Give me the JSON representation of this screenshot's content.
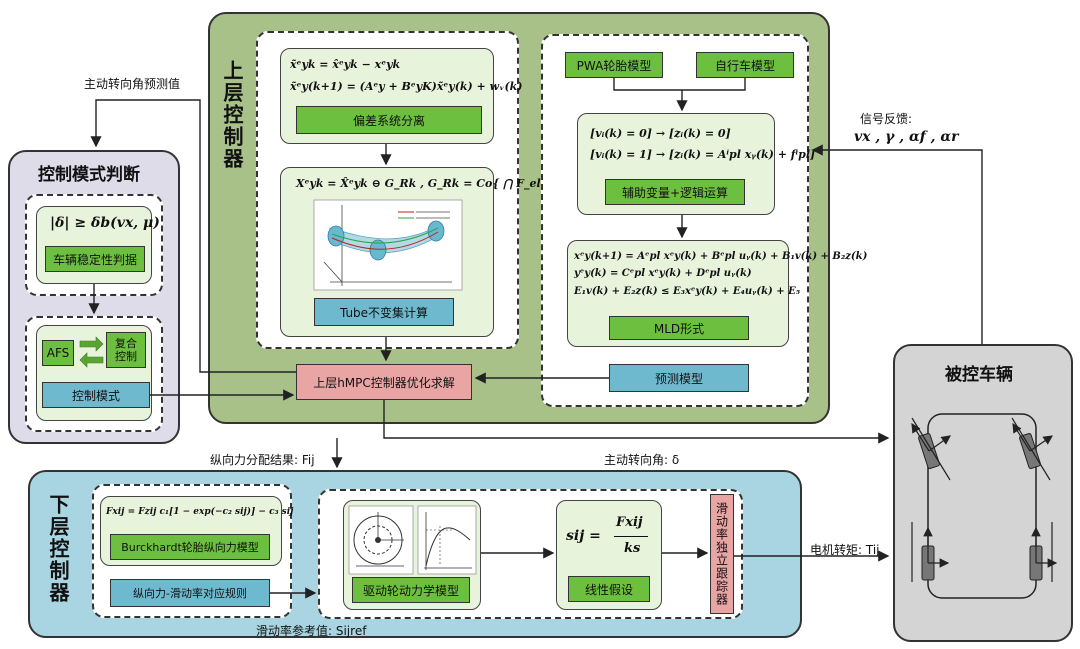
{
  "upper": {
    "title": "上层控制器",
    "left_eq1": "x̃ᵉyk = x̂ᵉyk − xᵉyk",
    "left_eq2": "x̃ᵉy(k+1) = (Aᵉy + BᵉyK)x̃ᵉy(k) + wᵥ(k)",
    "deviation_separation": "偏差系统分离",
    "tube_eq": "Xᵉyk = X̂ᵉyk ⊖ G_Rk , G_Rk = Co{ ⋂ F_el }",
    "tube_calc": "Tube不变集计算",
    "pwa_tire": "PWA轮胎模型",
    "bicycle_model": "自行车模型",
    "logic_eq1": "[vᵢ(k) = 0] → [zᵢ(k) = 0]",
    "logic_eq2": "[vᵢ(k) = 1] → [zᵢ(k) = Aⁱpl xᵧ(k) + fⁱpl]",
    "aux_logic": "辅助变量+逻辑运算",
    "mld_eq1": "xᵉy(k+1) = Aᵉpl xᵉy(k) + Bᵉpl uᵧ(k) + B₁v(k) + B₂z(k)",
    "mld_eq2": "yᵉy(k) = Cᵉpl xᵉy(k) + Dᵉpl uᵧ(k)",
    "mld_eq3": "E₁v(k) + E₂z(k) ≤ E₃xᵉy(k) + E₄uᵧ(k) + E₅",
    "mld_form": "MLD形式",
    "predict_model": "预测模型",
    "hmpc": "上层hMPC控制器优化求解"
  },
  "mode": {
    "title": "控制模式判断",
    "condition": "|δ| ≥ δb(vx, μ)",
    "stability": "车辆稳定性判据",
    "afs": "AFS",
    "composite": "复合\n控制",
    "control_mode": "控制模式"
  },
  "lower": {
    "title": "下层控制器",
    "burck_eq": "Fxij = Fzij c₁[1 − exp(−c₂ sij)] − c₃ sij",
    "burck_model": "Burckhardt轮胎纵向力模型",
    "force_slip_rule": "纵向力-滑动率对应规则",
    "wheel_dynamics": "驱动轮动力学模型",
    "slip_eq_lhs": "sij =",
    "slip_eq_num": "Fxij",
    "slip_eq_den": "ks",
    "linear_assumption": "线性假设",
    "slip_tracker": "滑动率独立跟踪器"
  },
  "vehicle": {
    "title": "被控车辆"
  },
  "signals": {
    "steer_pred": "主动转向角预测值",
    "feedback_title": "信号反馈:",
    "feedback_vars": "vx , γ , αf , αr",
    "long_force": "纵向力分配结果: Fij",
    "active_steer": "主动转向角:  δ",
    "motor_torque": "电机转矩: Tij",
    "slip_ref": "滑动率参考值: Sijref"
  },
  "colors": {
    "upper_bg": "#a7c189",
    "mode_bg": "#dfdcea",
    "lower_bg": "#a9d5e2",
    "vehicle_bg": "#d4d4d4",
    "green_box": "#6cbf3f",
    "blue_box": "#6fb9cf",
    "pink_box": "#e9a4a4"
  }
}
